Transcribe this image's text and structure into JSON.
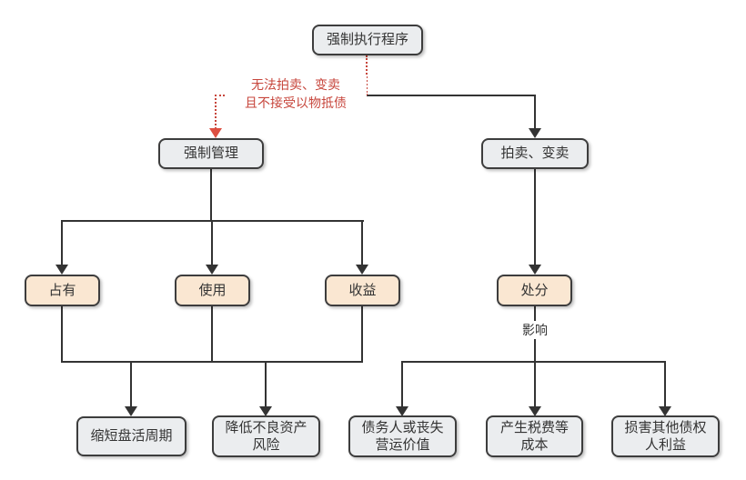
{
  "diagram": {
    "colors": {
      "bg": "#ffffff",
      "box_gray": "#ebedef",
      "box_peach": "#fae7d2",
      "border": "#3d3d3d",
      "line": "#333333",
      "text": "#333333",
      "red": "#c7463c",
      "red_arrow": "#dd4f41"
    },
    "nodes": {
      "root": {
        "label": "强制执行程序"
      },
      "management": {
        "label": "强制管理"
      },
      "auction": {
        "label": "拍卖、变卖"
      },
      "possession": {
        "label": "占有"
      },
      "use": {
        "label": "使用"
      },
      "income": {
        "label": "收益"
      },
      "disposal": {
        "label": "处分"
      },
      "shorten_cycle": {
        "label": "缩短盘活周期"
      },
      "reduce_risk": {
        "label": "降低不良资产\n风险"
      },
      "debtor_value_loss": {
        "label": "债务人或丧失\n营运价值"
      },
      "tax_costs": {
        "label": "产生税费等\n成本"
      },
      "harm_creditors": {
        "label": "损害其他债权\n人利益"
      }
    },
    "labels": {
      "condition": "无法拍卖、变卖\n且不接受以物抵债",
      "influence": "影响"
    }
  }
}
